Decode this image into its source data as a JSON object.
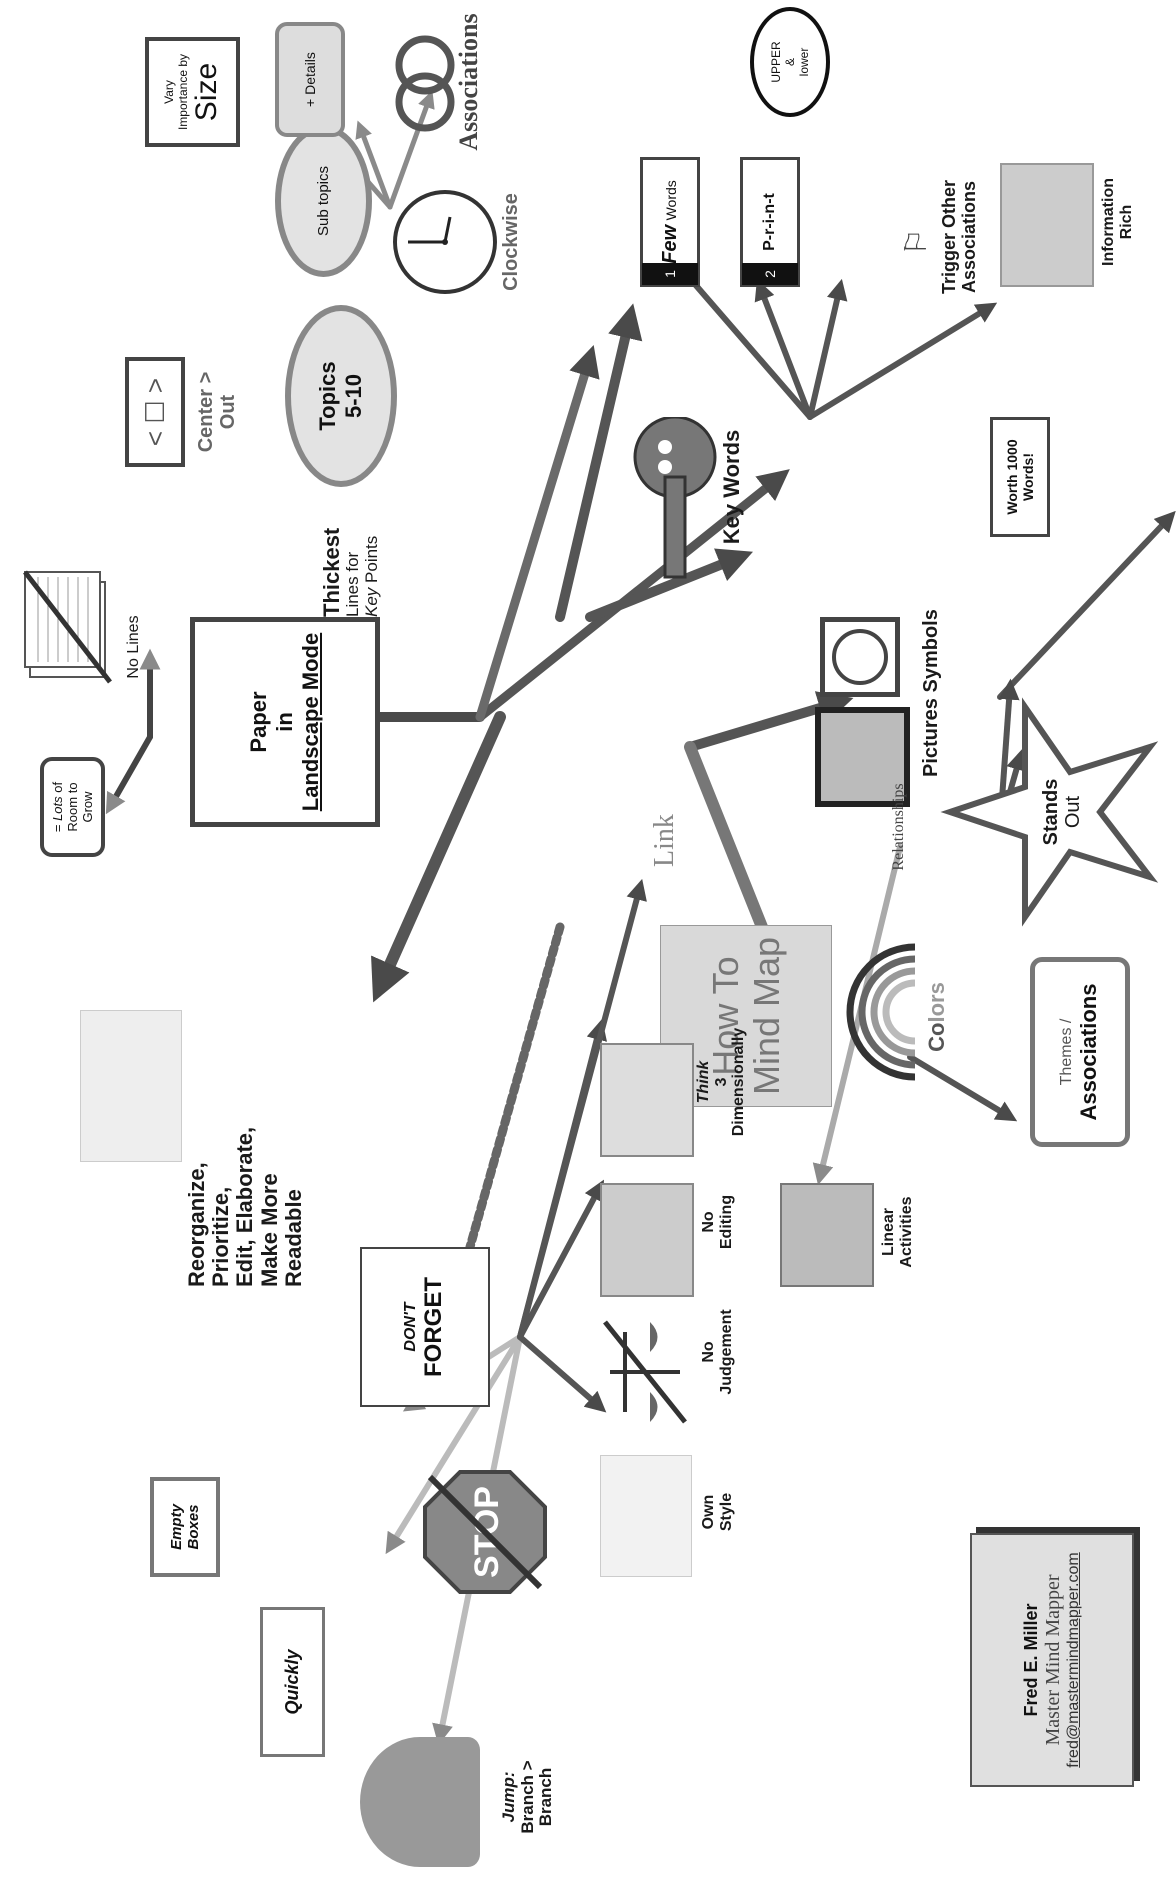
{
  "center": {
    "line1": "How To",
    "line2": "Mind Map"
  },
  "link_label": "Link",
  "paper": {
    "l1": "Paper",
    "l2": "in",
    "l3": "Landscape Mode"
  },
  "no_lines": "No Lines",
  "room": {
    "eq": "=",
    "lots": "Lots",
    "rest1": "of",
    "rest2": "Room to",
    "rest3": "Grow"
  },
  "thickest": {
    "l1": "Thickest",
    "l2": "Lines for",
    "l3": "Key",
    "l4": "Points"
  },
  "center_out": {
    "l1": "Center >",
    "l2": "Out"
  },
  "topics": {
    "l1": "Topics",
    "l2": "5-10"
  },
  "subtopics": "Sub topics",
  "vary": {
    "l1": "Vary",
    "l2": "Importance by",
    "l3": "Size"
  },
  "details": "+ Details",
  "associations_top": "Associations",
  "clockwise": "Clockwise",
  "few_words": {
    "num": "1",
    "l1": "Few",
    "l2": "Words"
  },
  "print": {
    "num": "2",
    "l1": "P-r-i-n-t"
  },
  "upper_lower": {
    "l1": "UPPER",
    "l2": "&",
    "l3": "lower"
  },
  "trigger": {
    "l1": "Trigger Other",
    "l2": "Associations"
  },
  "info_rich": {
    "l1": "Information",
    "l2": "Rich"
  },
  "key_words": "Key Words",
  "worth": {
    "l1": "Worth 1000",
    "l2": "Words!"
  },
  "pictures_symbols": {
    "l1": "Pictures",
    "l2": "Symbols"
  },
  "stands_out": {
    "l1": "Stands",
    "l2": "Out"
  },
  "relationships": "Relationships",
  "colors": {
    "c1": "Co",
    "c2": "lors"
  },
  "themes": {
    "l1": "Themes /",
    "l2": "Associations"
  },
  "reorganize": {
    "l1": "Reorganize,",
    "l2": "Prioritize,",
    "l3": "Edit, Elaborate,",
    "l4": "Make More",
    "l5": "Readable"
  },
  "dont_forget": {
    "l1": "DON'T",
    "l2": "FORGET"
  },
  "think3d": {
    "l1": "Think",
    "l2": "3",
    "l3": "Dimensionally"
  },
  "no_editing": {
    "l1": "No",
    "l2": "Editing"
  },
  "no_judgement": {
    "l1": "No",
    "l2": "Judgement"
  },
  "linear": {
    "l1": "Linear",
    "l2": "Activities"
  },
  "own_style": {
    "l1": "Own",
    "l2": "Style"
  },
  "empty_boxes": {
    "l1": "Empty",
    "l2": "Boxes"
  },
  "quickly": "Quickly",
  "stop": "STOP",
  "jump": {
    "l1": "Jump:",
    "l2": "Branch >",
    "l3": "Branch"
  },
  "signature": {
    "name": "Fred E. Miller",
    "title": "Master Mind Mapper",
    "email": "fred@mastermindmapper.com"
  },
  "colors_palette": {
    "line_dark": "#4a4a4a",
    "line_mid": "#7a7a7a",
    "line_light": "#b5b5b5",
    "center_fill": "#d9d9d9"
  }
}
